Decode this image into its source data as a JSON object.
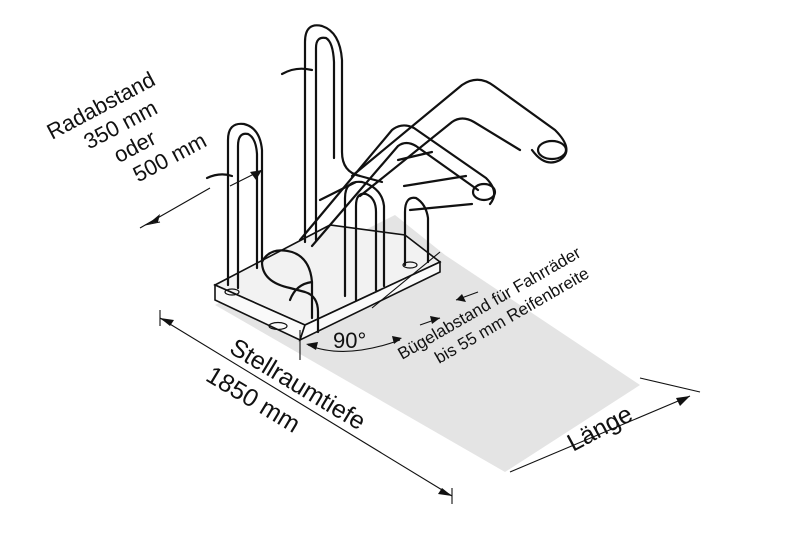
{
  "labels": {
    "wheelbase": [
      "Radabstand",
      "350 mm",
      "oder",
      "500 mm"
    ],
    "depth": [
      "Stellraumtiefe",
      "1850 mm"
    ],
    "angle": "90°",
    "spacing": [
      "Bügelabstand für Fahrräder",
      "bis 55 mm Reifenbreite"
    ],
    "length": "Länge"
  },
  "colors": {
    "ground": "#e4e4e4",
    "line": "#111111",
    "rack_fill": "#f2f2f2"
  }
}
